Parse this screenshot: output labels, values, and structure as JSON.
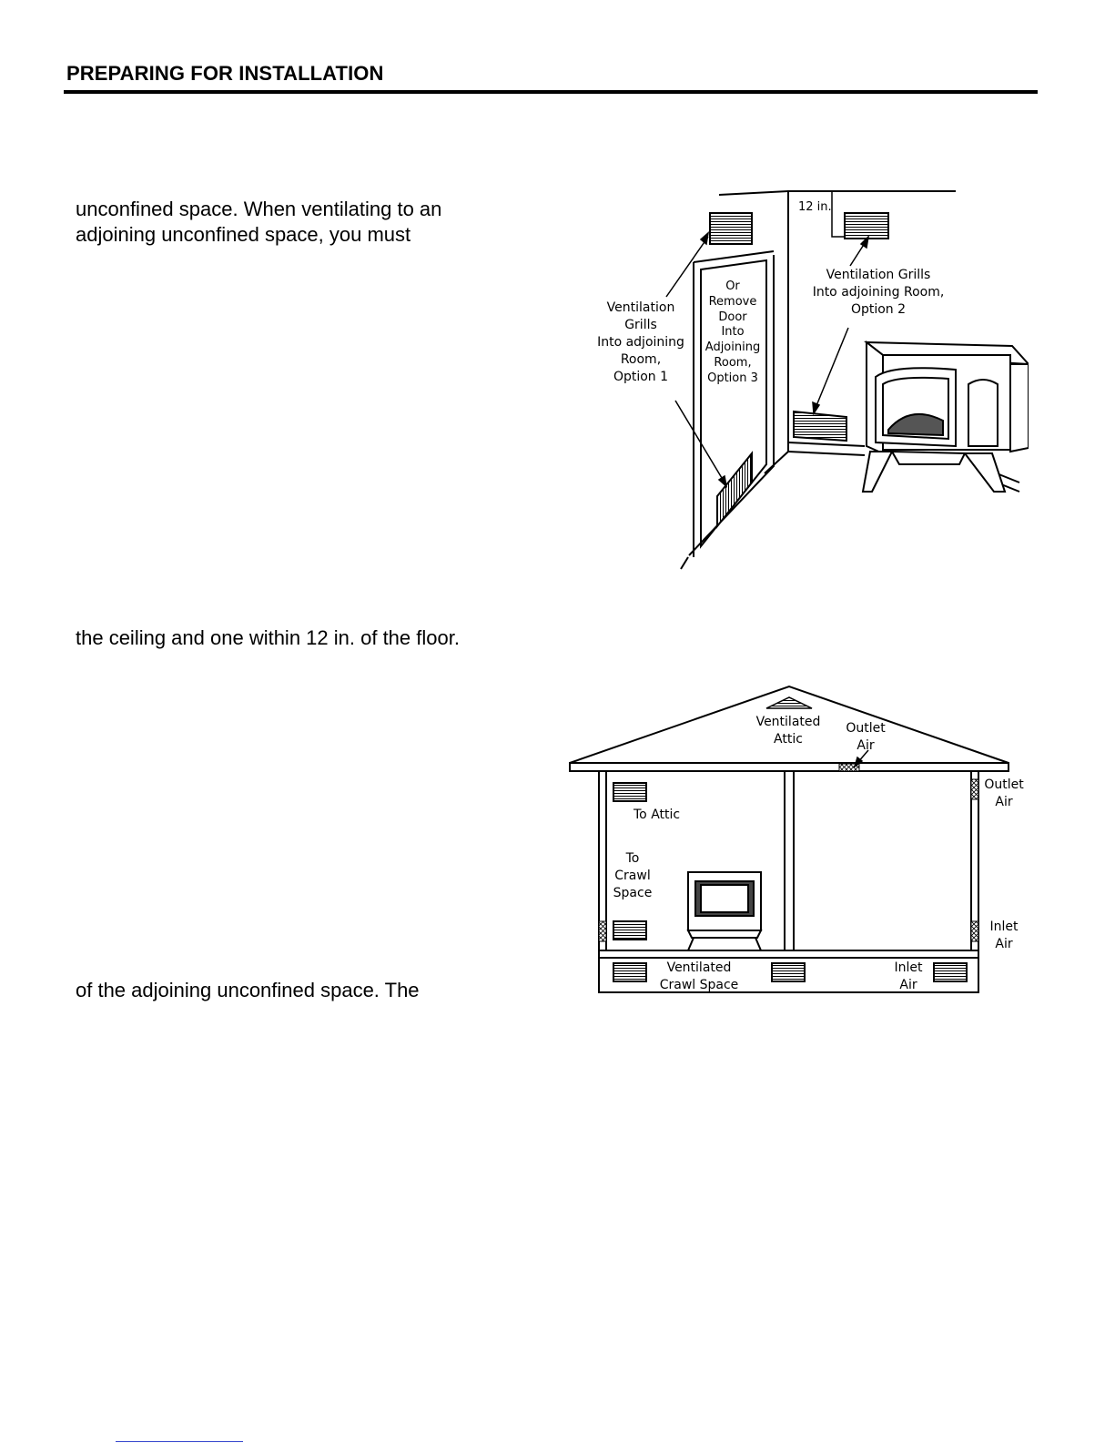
{
  "header": {
    "title": "PREPARING FOR INSTALLATION"
  },
  "body": {
    "line1": "unconfined space. When ventilating to an",
    "line2": "adjoining unconfined space, you must",
    "line3": "the ceiling and one within 12 in. of the floor.",
    "line4": "of the adjoining unconfined space. The"
  },
  "figure_room": {
    "dim_label": "12 in.",
    "option1_lines": [
      "Ventilation",
      "Grills",
      "Into adjoining",
      "Room,",
      "Option 1"
    ],
    "option3_lines": [
      "Or",
      "Remove",
      "Door",
      "Into",
      "Adjoining",
      "Room,",
      "Option 3"
    ],
    "option2_lines": [
      "Ventilation Grills",
      "Into adjoining Room,",
      "Option 2"
    ]
  },
  "figure_house": {
    "attic_lines": [
      "Ventilated",
      "Attic"
    ],
    "outlet_top_lines": [
      "Outlet",
      "Air"
    ],
    "outlet_side_lines": [
      "Outlet",
      "Air"
    ],
    "to_attic": "To Attic",
    "to_crawl_lines": [
      "To",
      "Crawl",
      "Space"
    ],
    "inlet_side_lines": [
      "Inlet",
      "Air"
    ],
    "crawl_lines": [
      "Ventilated",
      "Crawl Space"
    ],
    "inlet_bottom_lines": [
      "Inlet",
      "Air"
    ]
  }
}
